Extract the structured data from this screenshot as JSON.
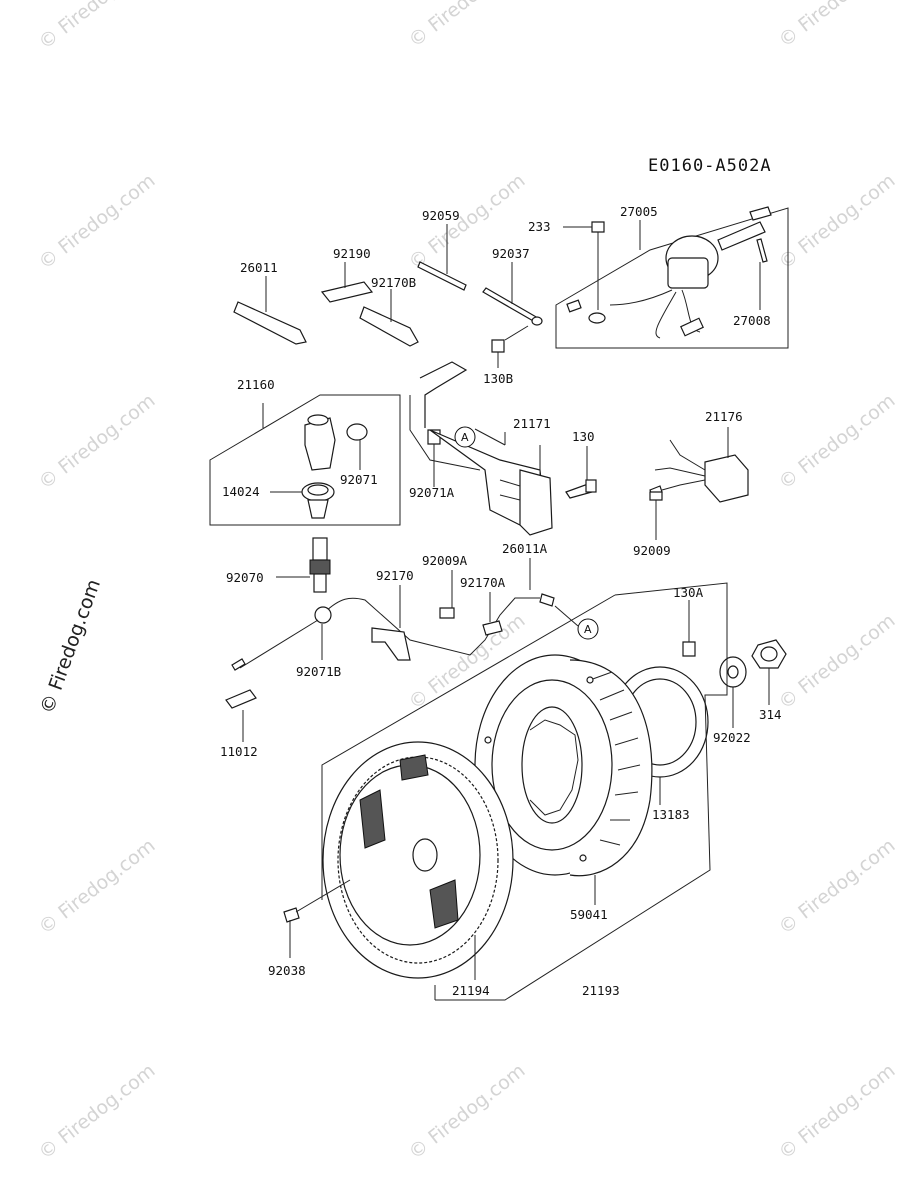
{
  "diagram_code": "E0160-A502A",
  "watermark": "© Firedog.com",
  "ref_marker": "A",
  "parts": {
    "p233": "233",
    "p27005": "27005",
    "p27008": "27008",
    "p92059": "92059",
    "p92037": "92037",
    "p92190": "92190",
    "p92170B": "92170B",
    "p26011": "26011",
    "p130B": "130B",
    "p21160": "21160",
    "p21171": "21171",
    "p130": "130",
    "p21176": "21176",
    "p92071": "92071",
    "p14024": "14024",
    "p92071A": "92071A",
    "p92009": "92009",
    "p92009A": "92009A",
    "p26011A": "26011A",
    "p92170": "92170",
    "p92170A": "92170A",
    "p92070": "92070",
    "p130A": "130A",
    "p92071B": "92071B",
    "p314": "314",
    "p92022": "92022",
    "p11012": "11012",
    "p13183": "13183",
    "p59041": "59041",
    "p92038": "92038",
    "p21194": "21194",
    "p21193": "21193"
  }
}
